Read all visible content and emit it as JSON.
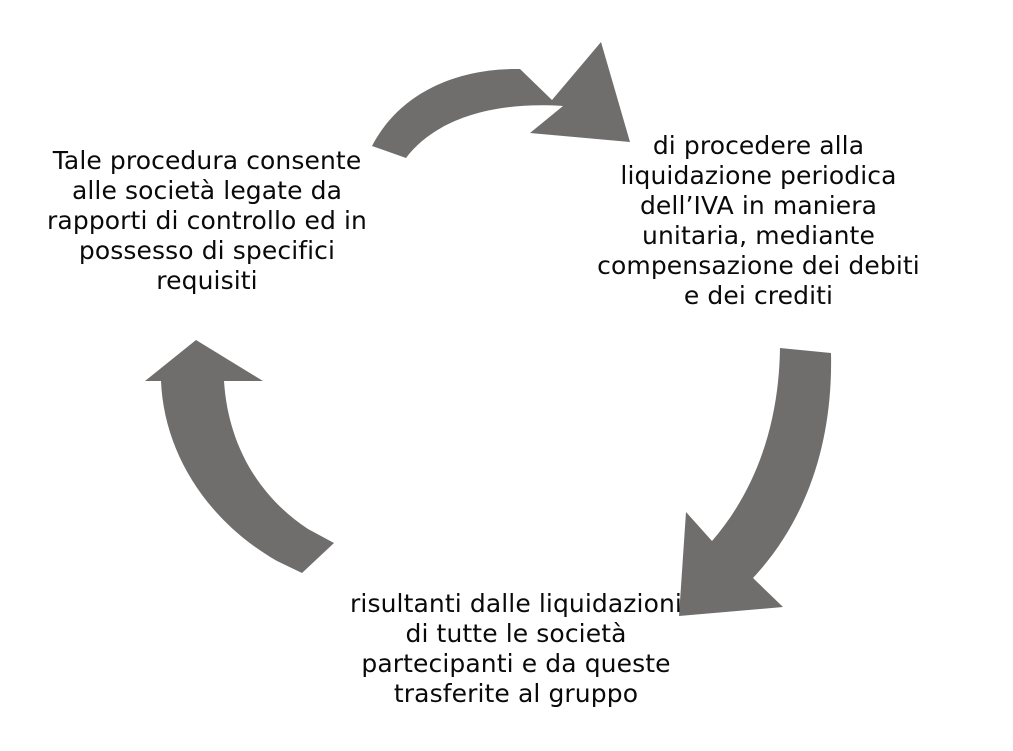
{
  "diagram": {
    "type": "cycle",
    "direction": "clockwise",
    "background_color": "#ffffff",
    "arrow_color": "#706D6D",
    "text_color": "#0a0a0a",
    "nodes": [
      {
        "id": "node-left",
        "position": "left",
        "text": "Tale procedura consente\nalle società legate da\nrapporti di controllo ed in\npossesso di specifici\nrequisiti"
      },
      {
        "id": "node-right",
        "position": "right",
        "text": "di procedere alla\nliquidazione periodica\ndell’IVA in maniera\nunitaria, mediante\ncompensazione dei debiti\ne dei crediti"
      },
      {
        "id": "node-bottom",
        "position": "bottom",
        "text": "risultanti dalle liquidazioni\ndi tutte le società\npartecipanti e da queste\ntrasferite al gruppo"
      }
    ],
    "arrows": [
      {
        "id": "arrow-top",
        "name": "arrow-left-to-right",
        "from": "node-left",
        "to": "node-right",
        "direction": "right"
      },
      {
        "id": "arrow-right",
        "name": "arrow-right-to-bottom",
        "from": "node-right",
        "to": "node-bottom",
        "direction": "down-left"
      },
      {
        "id": "arrow-left",
        "name": "arrow-bottom-to-left",
        "from": "node-bottom",
        "to": "node-left",
        "direction": "up"
      }
    ]
  }
}
